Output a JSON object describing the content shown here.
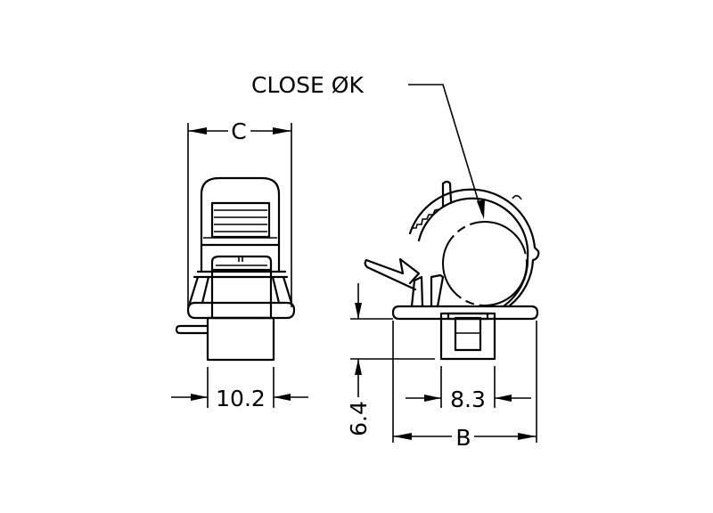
{
  "drawing": {
    "callout": "CLOSE ØK",
    "dimensions": {
      "width_c": "C",
      "base_width": "10.2",
      "height": "6.4",
      "clip_width": "8.3",
      "length_b": "B"
    }
  },
  "colors": {
    "line": "#000000",
    "background": "#ffffff"
  }
}
